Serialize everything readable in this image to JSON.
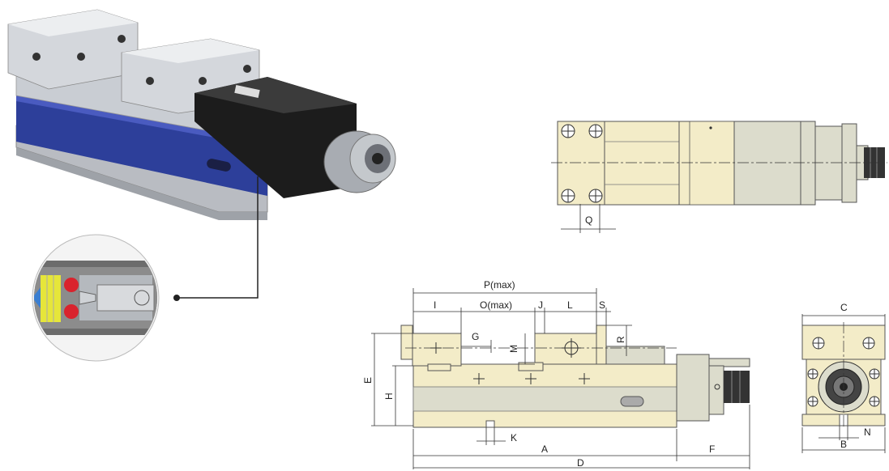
{
  "labels": {
    "P": "P(max)",
    "O": "O(max)",
    "I": "I",
    "J": "J",
    "L": "L",
    "S": "S",
    "G": "G",
    "M": "M",
    "R": "R",
    "E": "E",
    "H": "H",
    "K": "K",
    "A": "A",
    "F": "F",
    "D": "D",
    "Q": "Q",
    "C": "C",
    "B": "B",
    "N": "N"
  },
  "colors": {
    "body_cream": "#f3ecc8",
    "body_grey": "#dcdccc",
    "steel": "#c8ccd2",
    "blue": "#2d3f9a",
    "red": "#d9232d",
    "yellow": "#e6e63a"
  }
}
